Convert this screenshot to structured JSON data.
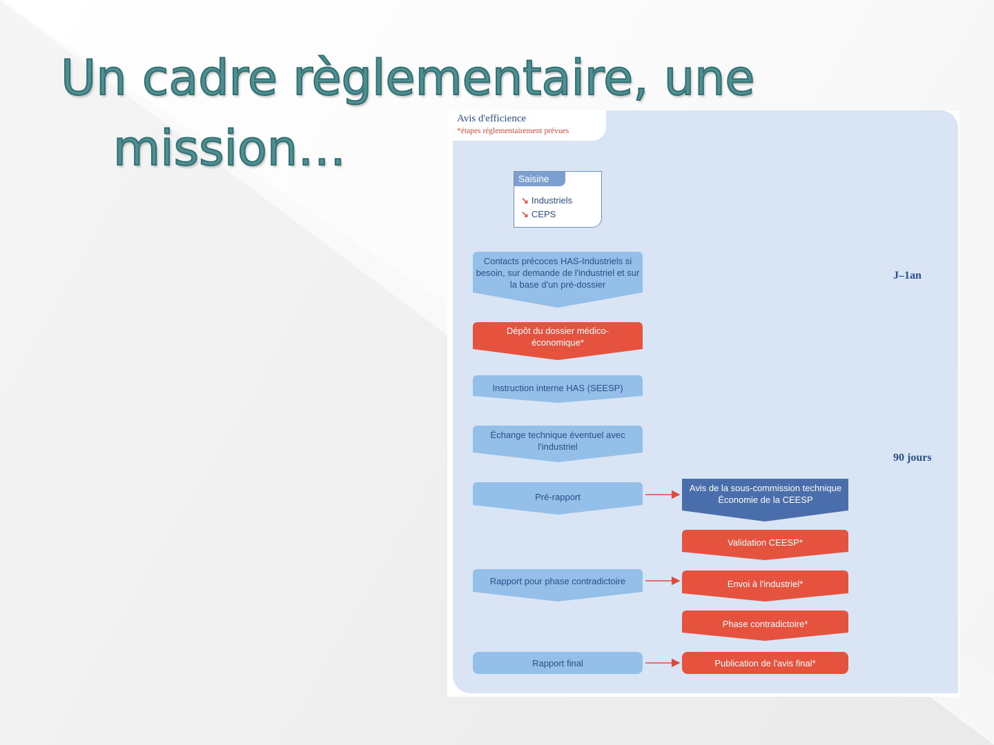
{
  "slide": {
    "title_line1": "Un cadre règlementaire, une",
    "title_line2": "mission…"
  },
  "diagram": {
    "header_title": "Avis d'efficience",
    "header_subtitle": "*étapes réglementairement prévues",
    "saisine": {
      "label": "Saisine",
      "items": [
        "Industriels",
        "CEPS"
      ]
    },
    "left_steps": {
      "contacts": "Contacts précoces HAS-Industriels si besoin, sur demande de l'industriel et sur la base d'un pré-dossier",
      "depot": "Dépôt du dossier médico-économique*",
      "instruction": "Instruction interne HAS (SEESP)",
      "echange": "Échange technique éventuel avec l'industriel",
      "pre_rapport": "Pré-rapport",
      "rapport_contradictoire": "Rapport pour phase contradictoire",
      "rapport_final": "Rapport final"
    },
    "right_steps": {
      "avis_sous_commission": "Avis de la sous-commission technique Économie de la CEESP",
      "validation": "Validation CEESP*",
      "envoi": "Envoi à l'industriel*",
      "phase_contradictoire": "Phase contradictoire*",
      "publication": "Publication de l'avis final*"
    },
    "timeline": {
      "j1an": "J–1an",
      "jours90": "90 jours"
    },
    "colors": {
      "light_blue": "#93bfe8",
      "red": "#e5533f",
      "dark_blue": "#4a6dab",
      "panel": "#d9e5f4",
      "title": "#4f8f92"
    }
  }
}
